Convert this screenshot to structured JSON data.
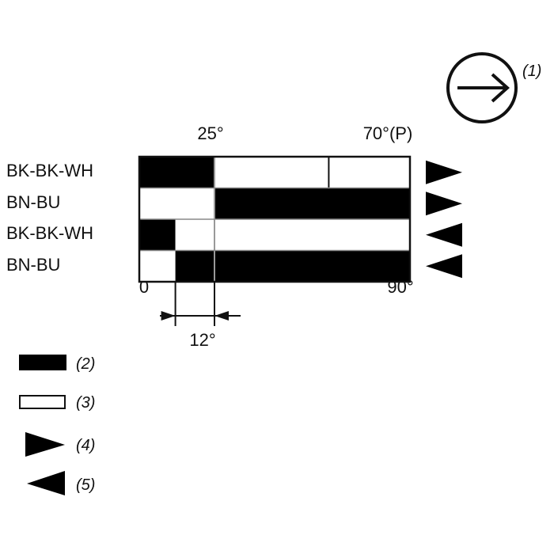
{
  "header": {
    "direction_icon": "arrow-right-circle-icon",
    "direction_callout": "(1)"
  },
  "scale": {
    "top_labels": [
      "25°",
      "70°(P)"
    ],
    "bottom_labels": [
      "0",
      "90°"
    ],
    "dimension_label": "12°",
    "range_deg": [
      0,
      90
    ],
    "dimension_span_deg": [
      12,
      25
    ]
  },
  "rows": [
    {
      "label": "BK-BK-WH",
      "segments": [
        {
          "from_deg": 0,
          "to_deg": 25,
          "state": "on"
        },
        {
          "from_deg": 25,
          "to_deg": 90,
          "state": "off"
        }
      ],
      "divider_deg": 63,
      "direction": "right"
    },
    {
      "label": "BN-BU",
      "segments": [
        {
          "from_deg": 0,
          "to_deg": 25,
          "state": "off"
        },
        {
          "from_deg": 25,
          "to_deg": 90,
          "state": "on"
        }
      ],
      "direction": "right"
    },
    {
      "label": "BK-BK-WH",
      "segments": [
        {
          "from_deg": 0,
          "to_deg": 12,
          "state": "on"
        },
        {
          "from_deg": 12,
          "to_deg": 90,
          "state": "off"
        }
      ],
      "direction": "left"
    },
    {
      "label": "BN-BU",
      "segments": [
        {
          "from_deg": 0,
          "to_deg": 12,
          "state": "off"
        },
        {
          "from_deg": 12,
          "to_deg": 90,
          "state": "on"
        }
      ],
      "direction": "left"
    }
  ],
  "legend": [
    {
      "symbol": "filled-box",
      "label": "(2)"
    },
    {
      "symbol": "empty-box",
      "label": "(3)"
    },
    {
      "symbol": "triangle-right",
      "label": "(4)"
    },
    {
      "symbol": "triangle-left",
      "label": "(5)"
    }
  ],
  "colors": {
    "on": "#000000",
    "off": "#ffffff",
    "line": "#111111",
    "marker": "#999999"
  }
}
